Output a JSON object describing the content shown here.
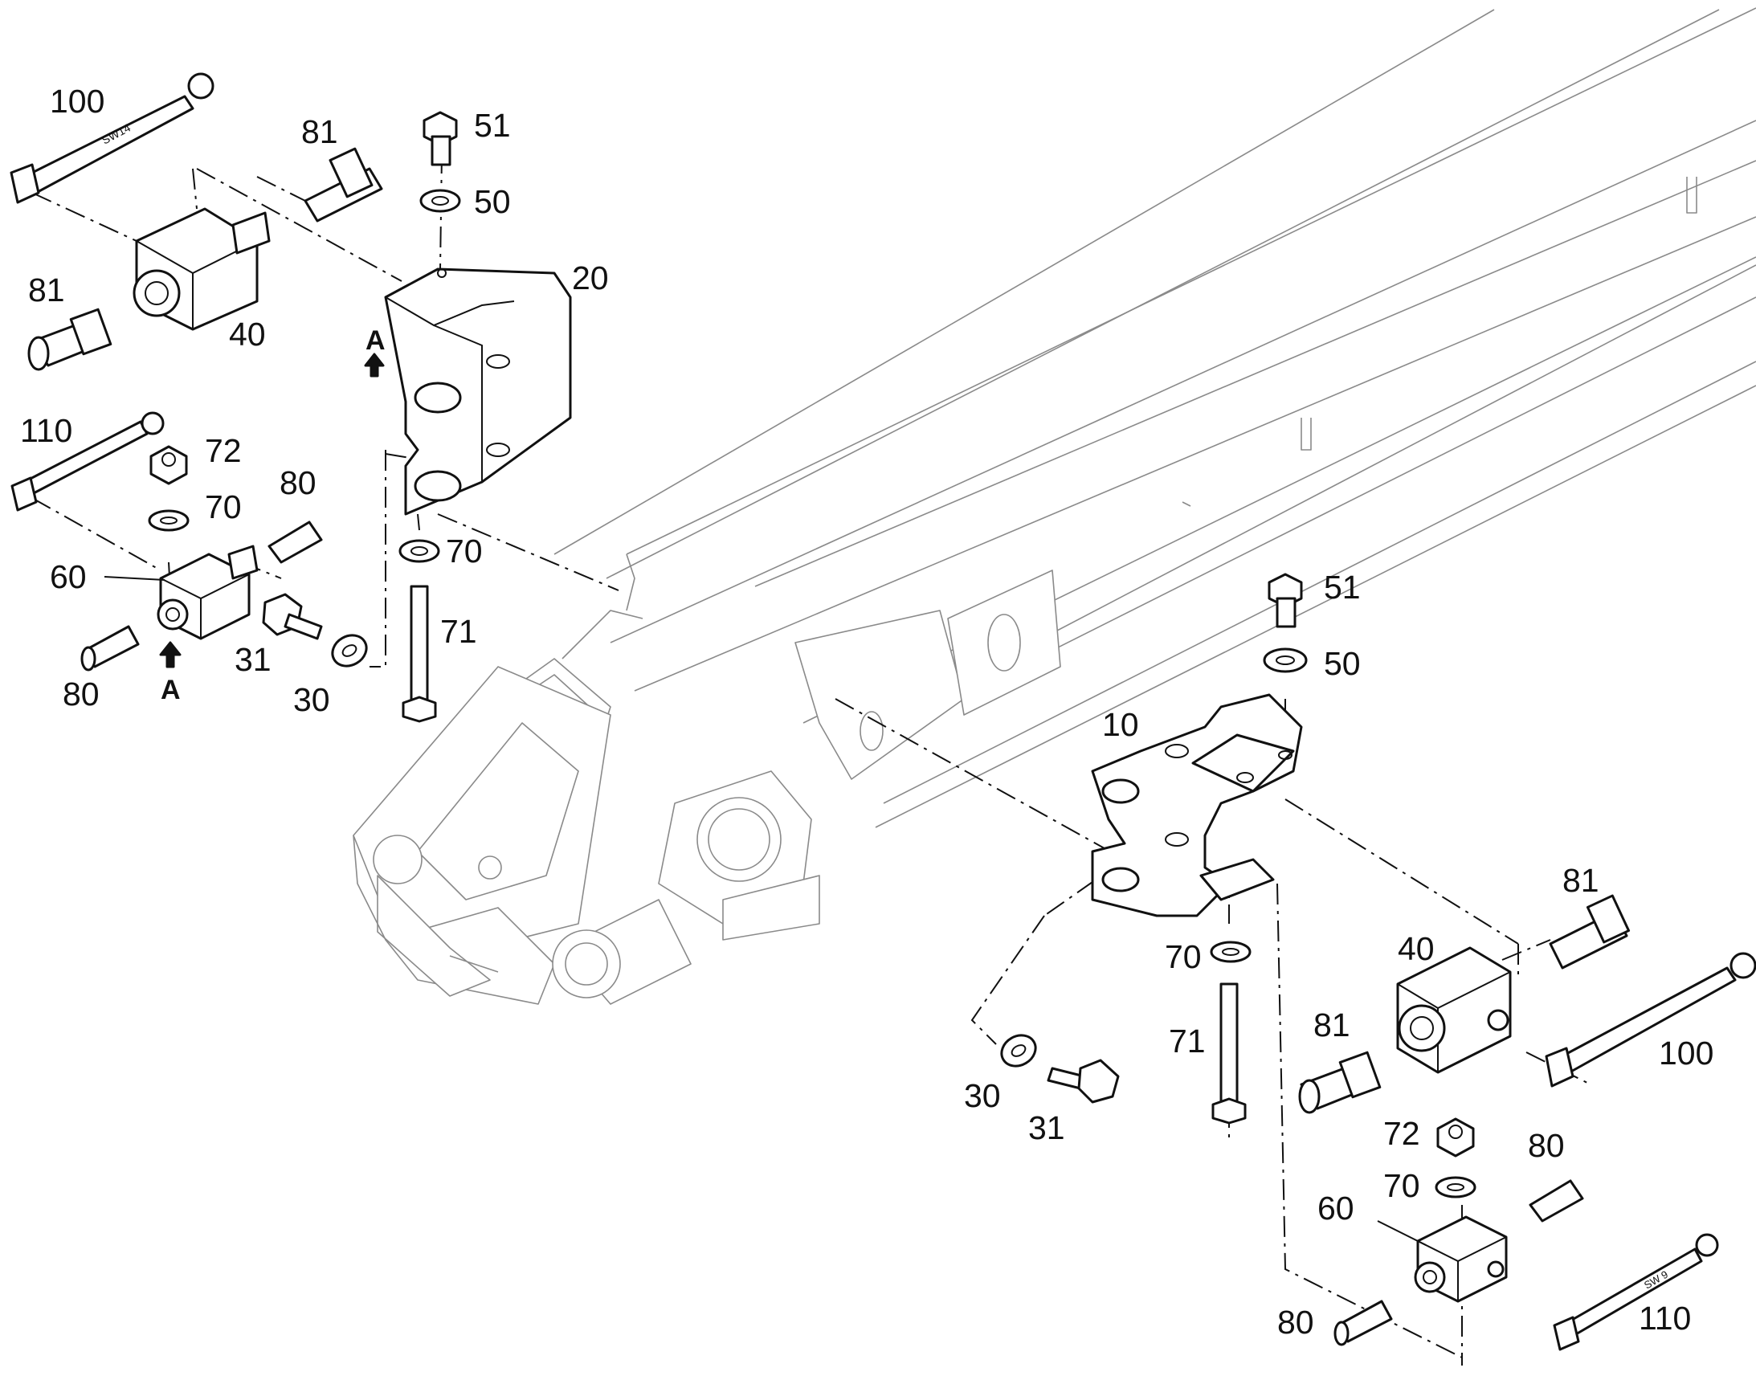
{
  "diagram": {
    "section_marker": "A",
    "callouts": [
      {
        "id": "c100_left",
        "text": "100"
      },
      {
        "id": "c81_top",
        "text": "81"
      },
      {
        "id": "c51_top",
        "text": "51"
      },
      {
        "id": "c50_top",
        "text": "50"
      },
      {
        "id": "c20",
        "text": "20"
      },
      {
        "id": "c81_left",
        "text": "81"
      },
      {
        "id": "c40_left",
        "text": "40"
      },
      {
        "id": "c110_left",
        "text": "110"
      },
      {
        "id": "c72_left",
        "text": "72"
      },
      {
        "id": "c70_left",
        "text": "70"
      },
      {
        "id": "c80_left_top",
        "text": "80"
      },
      {
        "id": "c60_left",
        "text": "60"
      },
      {
        "id": "c70_mid",
        "text": "70"
      },
      {
        "id": "c71_left",
        "text": "71"
      },
      {
        "id": "c31_left",
        "text": "31"
      },
      {
        "id": "c30_left",
        "text": "30"
      },
      {
        "id": "c80_left_bottom",
        "text": "80"
      },
      {
        "id": "c51_right",
        "text": "51"
      },
      {
        "id": "c50_right",
        "text": "50"
      },
      {
        "id": "c10",
        "text": "10"
      },
      {
        "id": "c81_right_top",
        "text": "81"
      },
      {
        "id": "c40_right",
        "text": "40"
      },
      {
        "id": "c70_right",
        "text": "70"
      },
      {
        "id": "c81_right",
        "text": "81"
      },
      {
        "id": "c100_right",
        "text": "100"
      },
      {
        "id": "c71_right",
        "text": "71"
      },
      {
        "id": "c30_right",
        "text": "30"
      },
      {
        "id": "c31_right",
        "text": "31"
      },
      {
        "id": "c72_right",
        "text": "72"
      },
      {
        "id": "c80_right_top",
        "text": "80"
      },
      {
        "id": "c70_right_low",
        "text": "70"
      },
      {
        "id": "c60_right",
        "text": "60"
      },
      {
        "id": "c80_right_bottom",
        "text": "80"
      },
      {
        "id": "c110_right",
        "text": "110"
      }
    ],
    "wrench_marks": {
      "large": "SW14",
      "small": "SW 9"
    }
  }
}
